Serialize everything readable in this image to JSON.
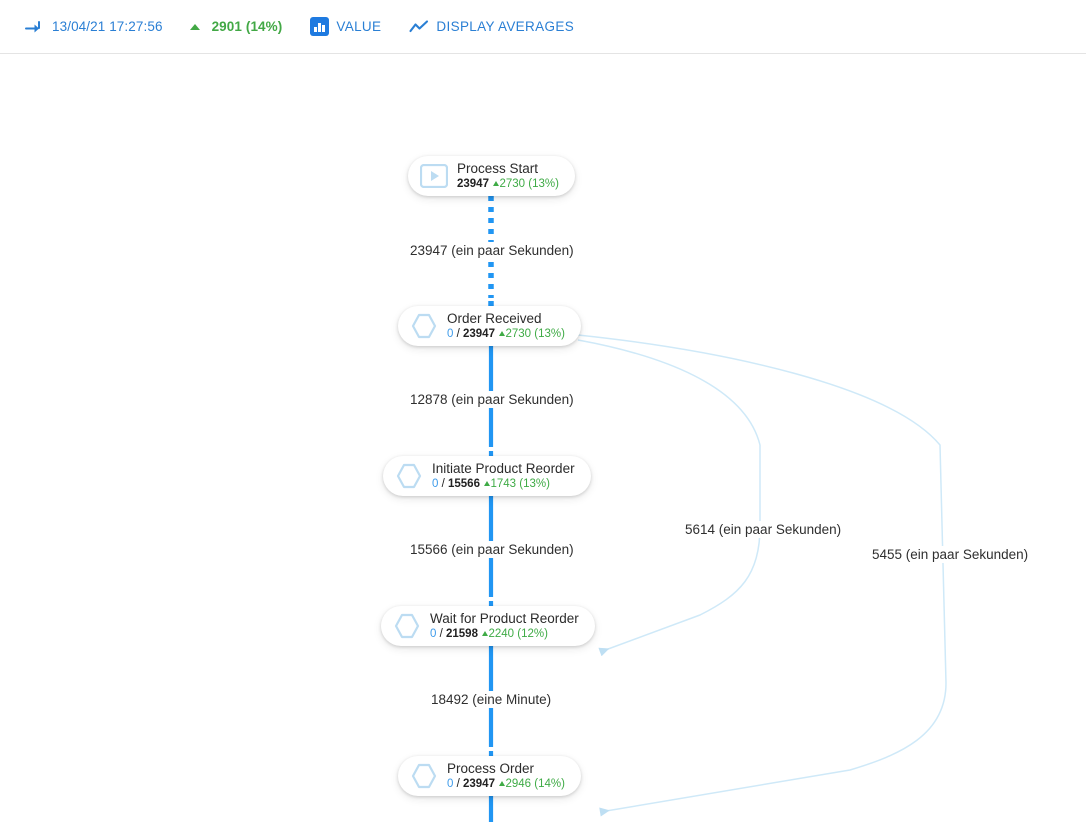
{
  "toolbar": {
    "items": [
      {
        "icon": "enter-arrow-icon",
        "label": "13/04/21 17:27:56",
        "style": "link"
      },
      {
        "icon": "triangle-up-icon",
        "label": "2901 (14%)",
        "style": "green"
      },
      {
        "icon": "bar-chart-badge-icon",
        "label": "VALUE",
        "style": "caps"
      },
      {
        "icon": "line-chart-icon",
        "label": "DISPLAY AVERAGES",
        "style": "caps"
      }
    ]
  },
  "colors": {
    "accent_blue": "#2a7fd4",
    "flow_blue": "#2196f3",
    "light_edge": "#cfe8f7",
    "green": "#42a845",
    "node_icon_blue": "#bcdcf2",
    "text_dark": "#2b2b2b"
  },
  "diagram": {
    "nodes": [
      {
        "id": "process-start",
        "name": "process-start",
        "icon": "play-button-icon",
        "title": "Process Start",
        "zero": "",
        "separator": "",
        "total": "23947",
        "delta": "2730 (13%)"
      },
      {
        "id": "order-received",
        "name": "order-received",
        "icon": "hexagon-icon",
        "title": "Order Received",
        "zero": "0",
        "separator": " / ",
        "total": "23947",
        "delta": "2730 (13%)"
      },
      {
        "id": "initiate-product-reorder",
        "name": "initiate-product-reorder",
        "icon": "hexagon-icon",
        "title": "Initiate Product Reorder",
        "zero": "0",
        "separator": " / ",
        "total": "15566",
        "delta": "1743 (13%)"
      },
      {
        "id": "wait-for-product-reorder",
        "name": "wait-for-product-reorder",
        "icon": "hexagon-icon",
        "title": "Wait for Product Reorder",
        "zero": "0",
        "separator": " / ",
        "total": "21598",
        "delta": "2240 (12%)"
      },
      {
        "id": "process-order",
        "name": "process-order",
        "icon": "hexagon-icon",
        "title": "Process Order",
        "zero": "0",
        "separator": " / ",
        "total": "23947",
        "delta": "2946 (14%)"
      }
    ],
    "edges": [
      {
        "id": "e1",
        "from": "process-start",
        "to": "order-received",
        "label": "23947 (ein paar Sekunden)",
        "style": "dashed-primary"
      },
      {
        "id": "e2",
        "from": "order-received",
        "to": "initiate-product-reorder",
        "label": "12878 (ein paar Sekunden)",
        "style": "solid-primary"
      },
      {
        "id": "e3",
        "from": "initiate-product-reorder",
        "to": "wait-for-product-reorder",
        "label": "15566 (ein paar Sekunden)",
        "style": "solid-primary"
      },
      {
        "id": "e4",
        "from": "wait-for-product-reorder",
        "to": "process-order",
        "label": "18492 (eine Minute)",
        "style": "solid-primary"
      },
      {
        "id": "e5",
        "from": "order-received",
        "to": "wait-for-product-reorder",
        "label": "5614 (ein paar Sekunden)",
        "style": "curve-secondary"
      },
      {
        "id": "e6",
        "from": "order-received",
        "to": "process-order",
        "label": "5455 (ein paar Sekunden)",
        "style": "curve-secondary"
      }
    ]
  }
}
